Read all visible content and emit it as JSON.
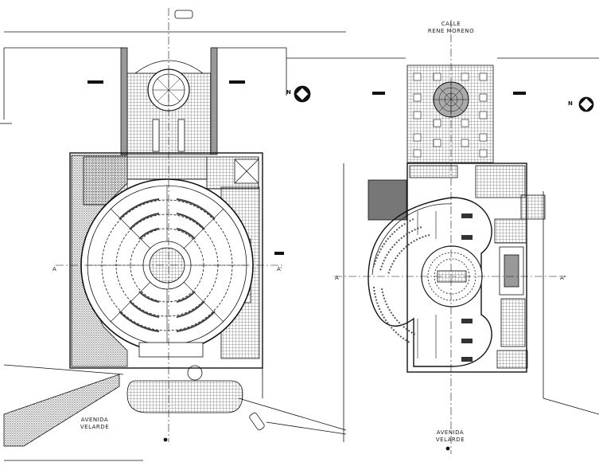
{
  "left_plan": {
    "street_bottom_line1": "AVENIDA",
    "street_bottom_line2": "VELARDE",
    "section_left": "A",
    "section_right": "A'",
    "north_label": "N"
  },
  "right_plan": {
    "street_top_line1": "CALLE",
    "street_top_line2": "RENE MORENO",
    "street_bottom_line1": "AVENIDA",
    "street_bottom_line2": "VELARDE",
    "section_left": "A",
    "section_right": "A'",
    "north_label": "N"
  },
  "colors": {
    "line": "#111111",
    "hatch": "#555555",
    "solid_block": "#777777"
  }
}
